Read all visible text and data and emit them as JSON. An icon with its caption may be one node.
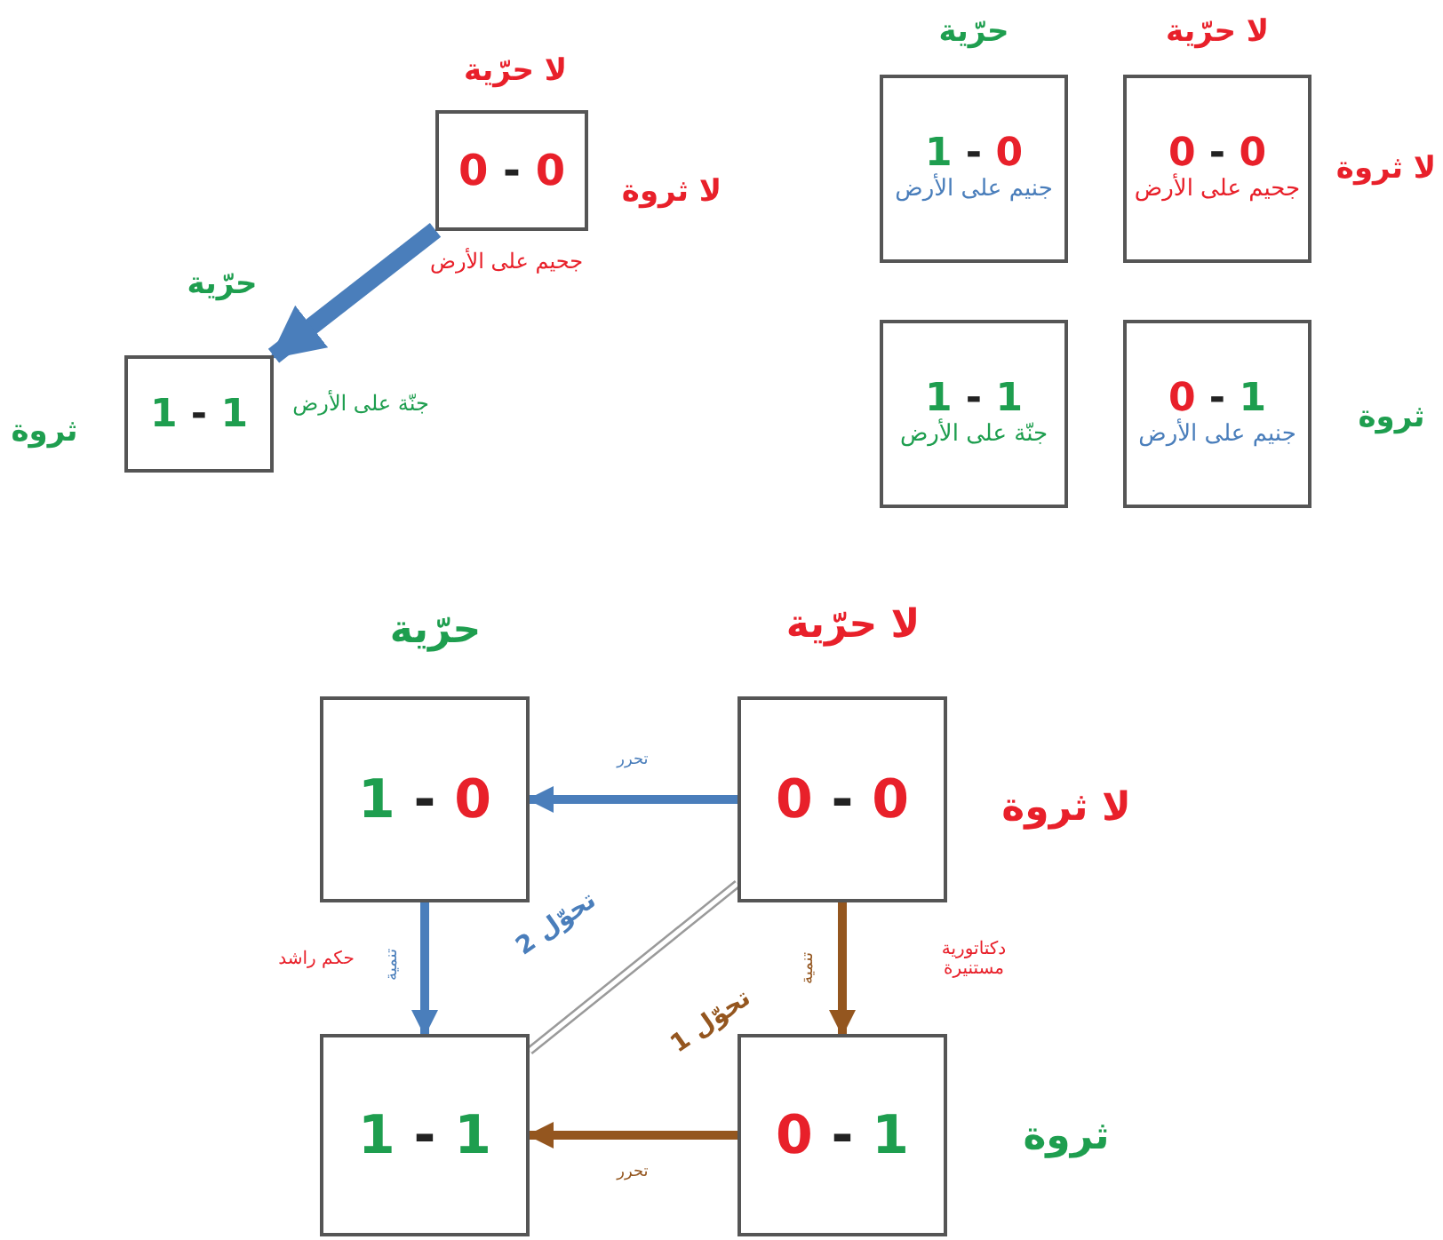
{
  "diagram": {
    "nodes": [
      {
        "text": [
          "0 - 0"
        ],
        "beside": [
          "جحيم على الأرض"
        ]
      },
      {
        "text": [
          "1 - 1"
        ],
        "beside": [
          "جنّة على الأرض"
        ]
      },
      {
        "text": [
          "1 - 0",
          "جنيم على الأرض"
        ]
      },
      {
        "text": [
          "0 - 0",
          "جحيم على الأرض"
        ]
      },
      {
        "text": [
          "1 - 1",
          "جنّة على الأرض"
        ]
      },
      {
        "text": [
          "0 - 1",
          "جنيم على الأرض"
        ]
      },
      {
        "text": [
          "1 - 0"
        ]
      },
      {
        "text": [
          "0 - 0"
        ]
      },
      {
        "text": [
          "1 - 1"
        ]
      },
      {
        "text": [
          "0 - 1"
        ]
      }
    ],
    "edges": [
      {
        "from": 0,
        "to": 1,
        "arrow": "to",
        "style": "thick"
      },
      {
        "from": 7,
        "to": 6,
        "arrow": "to",
        "label": "تحرر"
      },
      {
        "from": 6,
        "to": 8,
        "arrow": "to",
        "label": "تنمية"
      },
      {
        "from": 7,
        "to": 8,
        "arrow": "none",
        "color": "#9a9a9a"
      },
      {
        "from": 7,
        "to": 9,
        "arrow": "to",
        "label": "تنمية",
        "color": "#94561f"
      },
      {
        "from": 9,
        "to": 8,
        "arrow": "to",
        "label": "تحرر",
        "color": "#94561f"
      }
    ],
    "labels": [
      "لا حرّية",
      "لا ثروة",
      "حرّية",
      "ثروة",
      "حرّية",
      "لا حرّية",
      "لا ثروة",
      "ثروة",
      "حرّية",
      "لا حرّية",
      "لا ثروة",
      "تحوّل 2",
      "حكم راشد",
      "دكتاتورية مستنيرة",
      "تحوّل 1",
      "ثروة"
    ]
  }
}
